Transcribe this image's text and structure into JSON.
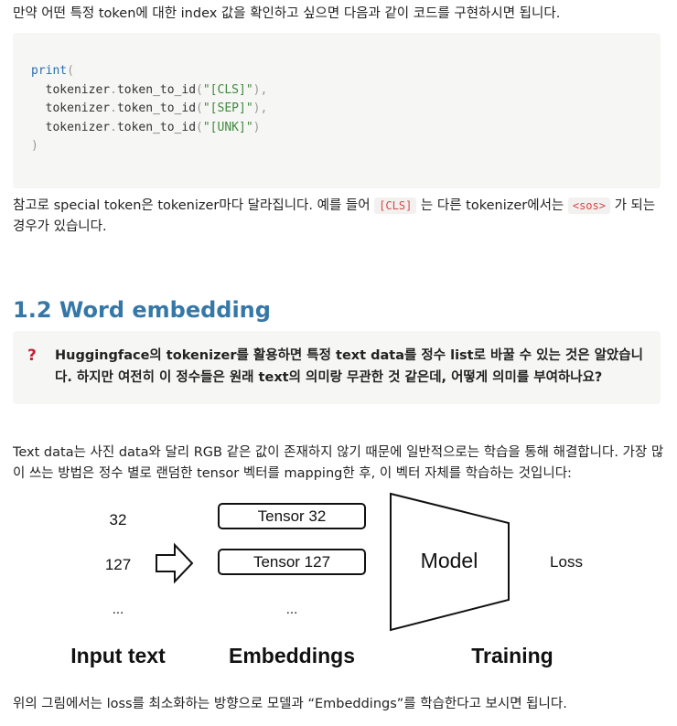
{
  "intro_text": "만약 어떤 특정 token에 대한 index 값을 확인하고 싶으면 다음과 같이 코드를 구현하시면 됩니다.",
  "code": {
    "fn": "print",
    "lines": [
      {
        "obj": "tokenizer",
        "method": "token_to_id",
        "arg": "\"[CLS]\""
      },
      {
        "obj": "tokenizer",
        "method": "token_to_id",
        "arg": "\"[SEP]\""
      },
      {
        "obj": "tokenizer",
        "method": "token_to_id",
        "arg": "\"[UNK]\""
      }
    ]
  },
  "note": {
    "part1": "참고로 special token은 tokenizer마다 달라집니다. 예를 들어 ",
    "code1": "[CLS]",
    "part2": " 는 다른 tokenizer에서는 ",
    "code2": "<sos>",
    "part3": " 가 되는 경우가 있습니다."
  },
  "section_heading": "1.2 Word embedding",
  "callout": {
    "icon": "?",
    "text": "Huggingface의 tokenizer를 활용하면 특정 text data를 정수 list로 바꿀 수 있는 것은 알았습니다. 하지만 여전히 이 정수들은 원래 text의 의미랑 무관한 것 같은데, 어떻게 의미를 부여하나요?"
  },
  "body_text": "Text data는 사진 data와 달리 RGB 같은 값이 존재하지 않기 때문에 일반적으로는 학습을 통해 해결합니다. 가장 많이 쓰는 방법은 정수 별로 랜덤한 tensor 벡터를 mapping한 후, 이 벡터 자체를 학습하는 것입니다:",
  "diagram": {
    "inputs": [
      "32",
      "127",
      "..."
    ],
    "embeddings": [
      "Tensor 32",
      "Tensor 127",
      "..."
    ],
    "model_label": "Model",
    "output_label": "Loss",
    "captions": [
      "Input text",
      "Embeddings",
      "Training"
    ]
  },
  "footer_text": "위의 그림에서는 loss를 최소화하는 방향으로 모델과 “Embeddings”를 학습한다고 보시면 됩니다."
}
